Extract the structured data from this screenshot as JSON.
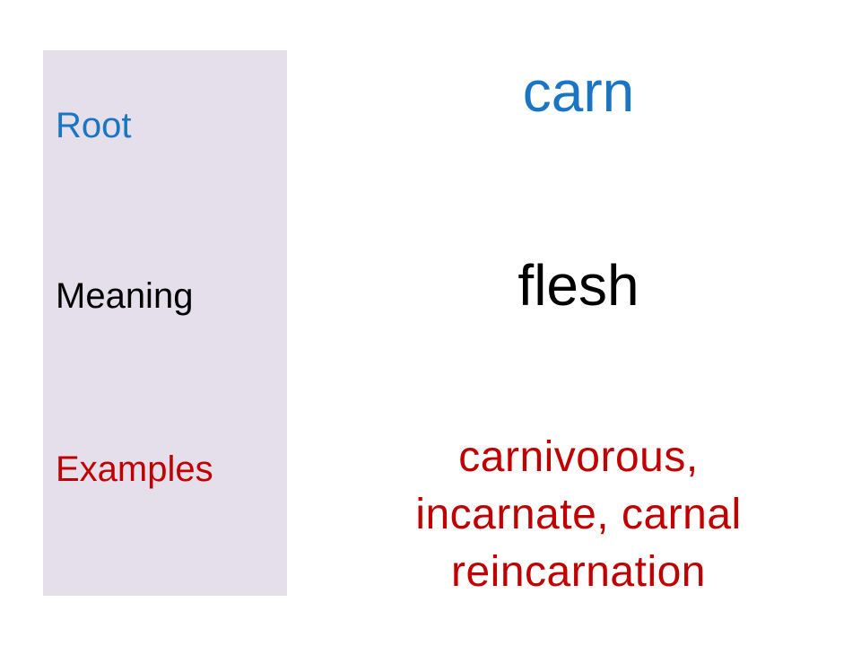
{
  "labels": {
    "root": "Root",
    "meaning": "Meaning",
    "examples": "Examples"
  },
  "values": {
    "root": "carn",
    "meaning": "flesh",
    "examples": [
      "carnivorous,",
      "incarnate, carnal",
      "reincarnation"
    ]
  },
  "colors": {
    "root": "#1a75c4",
    "meaning": "#000000",
    "examples": "#c00000",
    "panel": "#e4dfeb"
  }
}
